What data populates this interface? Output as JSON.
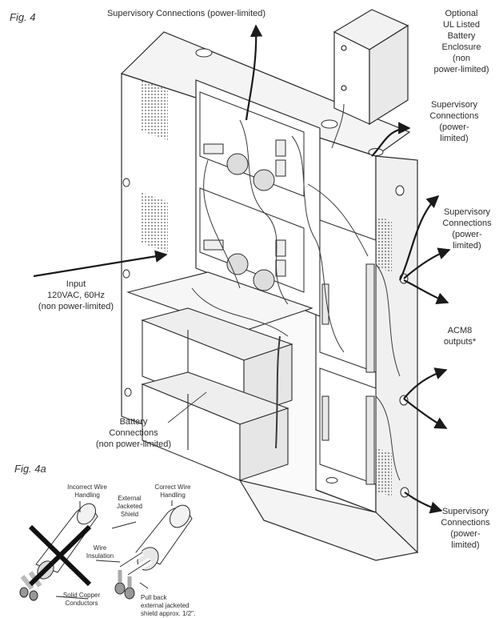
{
  "figures": {
    "fig4": "Fig. 4",
    "fig4a": "Fig. 4a"
  },
  "labels": {
    "supervisory_top": "Supervisory Connections (power-limited)",
    "battery_enclosure": "Optional\nUL Listed\nBattery\nEnclosure\n(non\npower-limited)",
    "supervisory_right_1": "Supervisory\nConnections\n(power-\nlimited)",
    "supervisory_right_2": "Supervisory\nConnections\n(power-\nlimited)",
    "acm8": "ACM8\noutputs*",
    "supervisory_right_3": "Supervisory\nConnections\n(power-\nlimited)",
    "input": "Input\n120VAC, 60Hz\n(non power-limited)",
    "battery_connections": "Battery\nConnections\n(non power-limited)"
  },
  "detail_labels": {
    "incorrect": "Incorrect Wire\nHandling",
    "external_shield": "External\nJacketed\nShield",
    "correct": "Correct Wire\nHandling",
    "wire_insulation": "Wire\nInsulation",
    "solid_copper": "Solid Copper\nConductors",
    "pull_back": "Pull back\nexternal jacketed\nshield approx. 1/2\"."
  },
  "colors": {
    "line": "#2b2b2b",
    "fill": "#ffffff",
    "shade": "#ededed",
    "dark": "#1a1a1a"
  }
}
